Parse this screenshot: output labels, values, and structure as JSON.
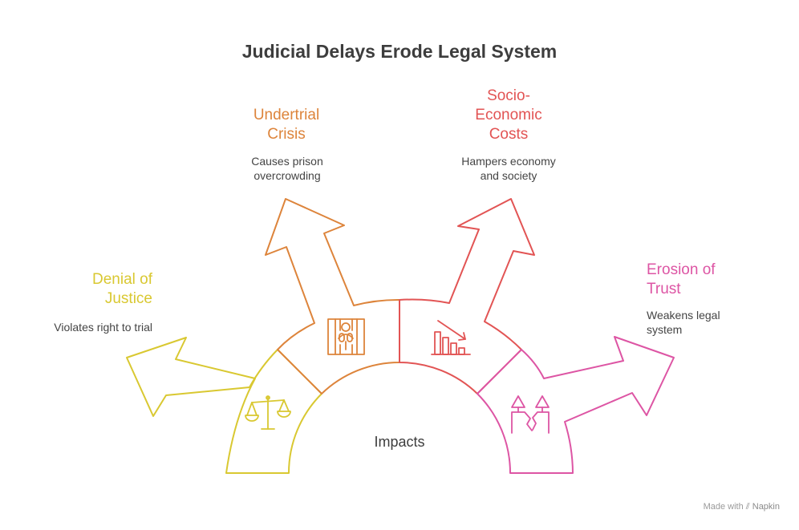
{
  "title": "Judicial Delays Erode Legal System",
  "center_label": "Impacts",
  "items": [
    {
      "heading": "Denial of Justice",
      "description": "Violates right to trial",
      "icon": "scales-icon",
      "color": "#d9c831"
    },
    {
      "heading": "Undertrial Crisis",
      "description": "Causes prison overcrowding",
      "icon": "prison-bars-icon",
      "color": "#dd843b"
    },
    {
      "heading": "Socio-Economic Costs",
      "description": "Hampers economy and society",
      "icon": "declining-chart-icon",
      "color": "#e25454"
    },
    {
      "heading": "Erosion of Trust",
      "description": "Weakens legal system",
      "icon": "broken-pillars-icon",
      "color": "#dd55a4"
    }
  ],
  "footer": {
    "made_with": "Made with",
    "brand": "Napkin"
  }
}
